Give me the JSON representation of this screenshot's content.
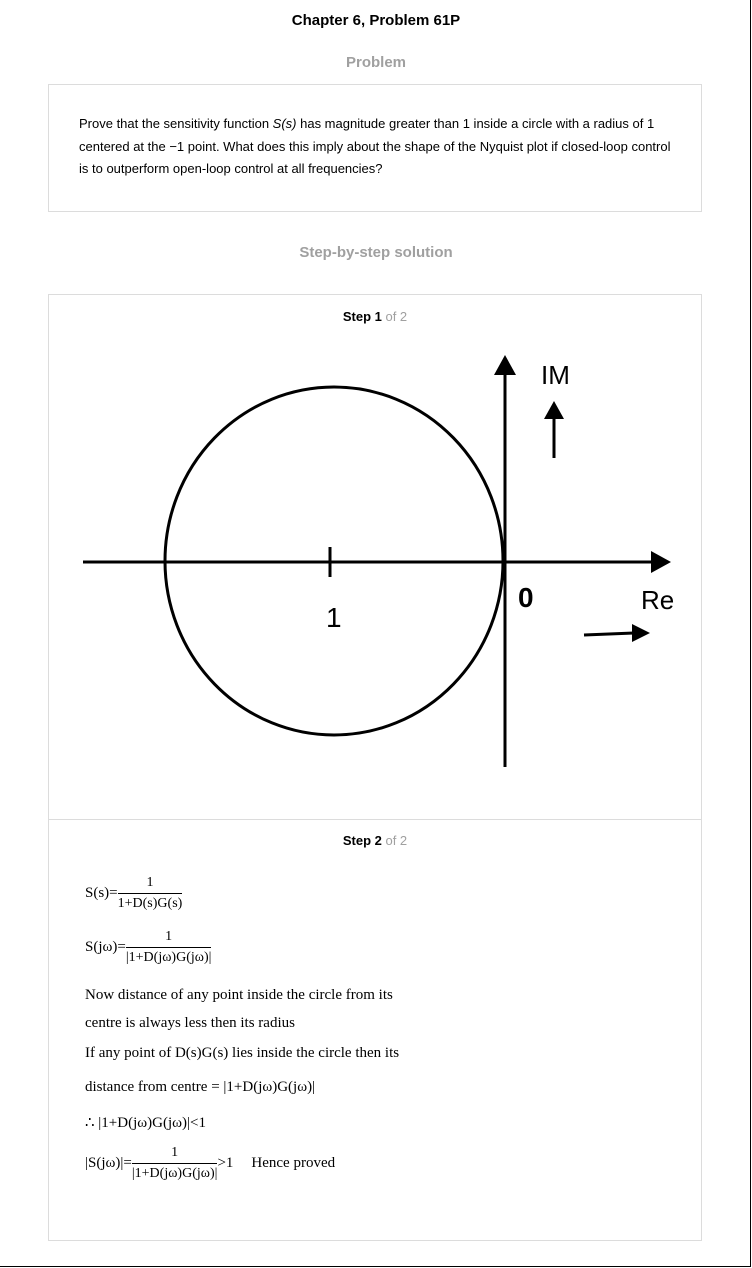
{
  "header": {
    "title": "Chapter 6, Problem 61P"
  },
  "problem": {
    "heading": "Problem",
    "text_before": "Prove that the sensitivity function ",
    "text_func": "S(s)",
    "text_after": " has magnitude greater than 1 inside a circle with a radius of 1 centered at the −1 point. What does this imply about the shape of the Nyquist plot if closed-loop control is to outperform open-loop control at all frequencies?"
  },
  "solution": {
    "heading": "Step-by-step solution",
    "step1": {
      "label": "Step 1",
      "of": " of 2",
      "diagram": {
        "im_label": "IM",
        "re_label": "Re",
        "origin_label": "0",
        "center_label": "1"
      }
    },
    "step2": {
      "label": "Step 2",
      "of": " of 2",
      "eq1_lhs": "S(s)=",
      "eq1_num": "1",
      "eq1_den": "1+D(s)G(s)",
      "eq2_lhs": "S(jω)=",
      "eq2_num": "1",
      "eq2_den": "|1+D(jω)G(jω)|",
      "line3": "Now distance of any point inside the circle from its",
      "line4": "centre is always less then its radius",
      "line5": "If any point of D(s)G(s) lies inside the circle then its",
      "line6": "distance from centre = |1+D(jω)G(jω)|",
      "line7": "∴ |1+D(jω)G(jω)|<1",
      "eq8_lhs": "|S(jω)|=",
      "eq8_num": "1",
      "eq8_den": "|1+D(jω)G(jω)|",
      "eq8_rhs": ">1",
      "eq8_tail": "Hence proved"
    }
  }
}
